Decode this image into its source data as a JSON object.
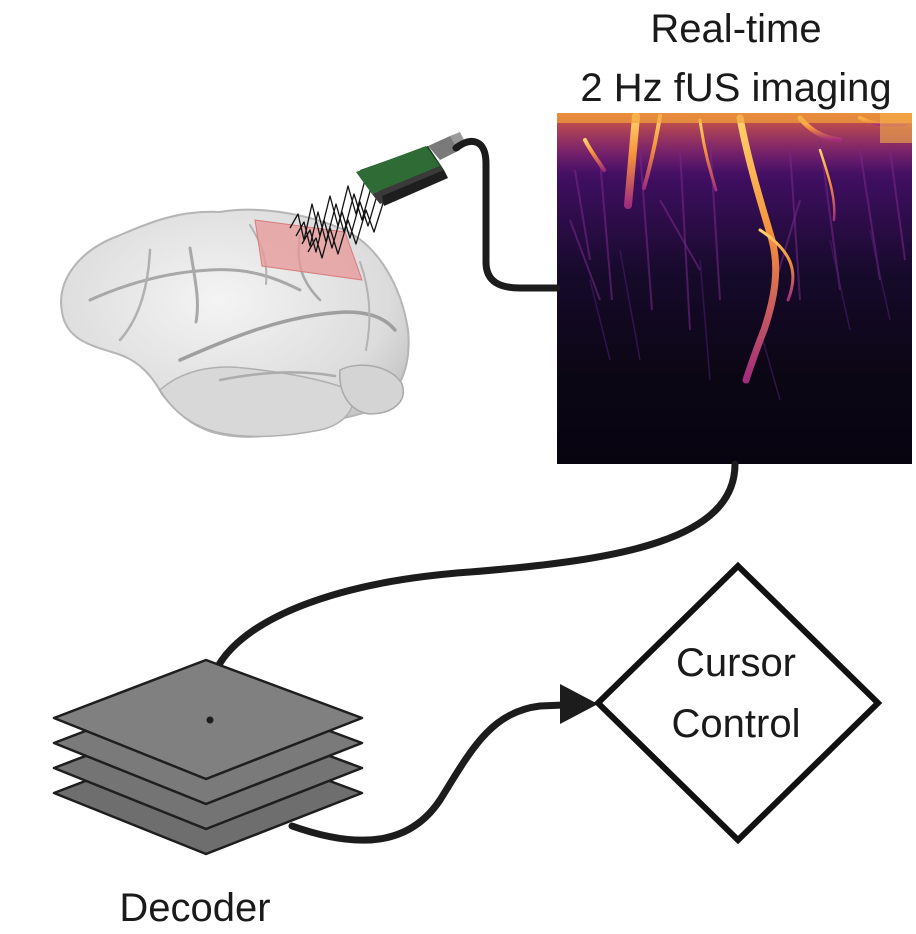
{
  "title": {
    "line1": "Real-time",
    "line2": "2 Hz fUS imaging"
  },
  "nodes": {
    "brain": {
      "name": "brain"
    },
    "probe": {
      "name": "ultrasound probe"
    },
    "fus_image": {
      "name": "fus image"
    },
    "decoder": {
      "label": "Decoder"
    },
    "cursor_control": {
      "line1": "Cursor",
      "line2": "Control"
    }
  },
  "edges": [
    {
      "from": "probe",
      "to": "fus_image"
    },
    {
      "from": "fus_image",
      "to": "decoder"
    },
    {
      "from": "decoder",
      "to": "cursor_control",
      "arrow": true
    }
  ],
  "colors": {
    "cable": "#1c1c1c",
    "probe": "#2e6b35",
    "brain": "#e6e6e6",
    "roi": "#e8a0a0",
    "decoder_layer": "#7b7b7b",
    "fus_dark": "#0b0414",
    "fus_mid": "#8a1f8c",
    "fus_hot": "#fca536"
  }
}
